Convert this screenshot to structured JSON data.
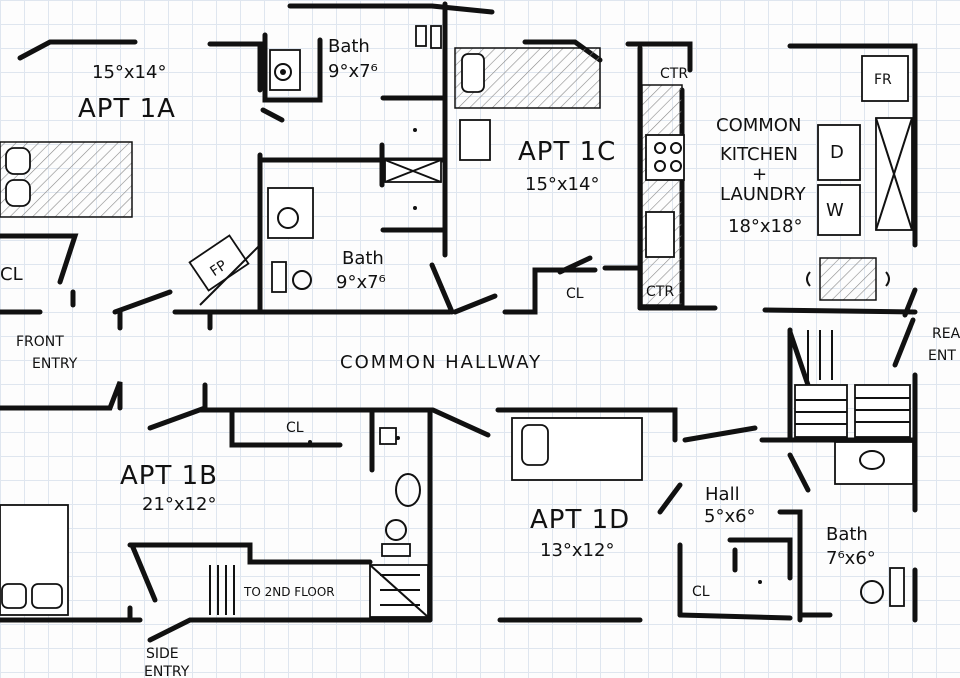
{
  "rooms": {
    "apt1a": {
      "name": "APT 1A",
      "size": "15°x14°"
    },
    "apt1b": {
      "name": "APT 1B",
      "size": "21°x12°"
    },
    "apt1c": {
      "name": "APT 1C",
      "size": "15°x14°"
    },
    "apt1d": {
      "name": "APT 1D",
      "size": "13°x12°"
    },
    "bath1": {
      "name": "Bath",
      "size": "9°x7⁶"
    },
    "bath2": {
      "name": "Bath",
      "size": "9°x7⁶"
    },
    "bath3": {
      "name": "Bath",
      "size": "7⁶x6°"
    },
    "hall": {
      "name": "Hall",
      "size": "5°x6°"
    },
    "kitchen": {
      "line1": "COMMON",
      "line2": "KITCHEN",
      "line3": "+",
      "line4": "LAUNDRY",
      "size": "18°x18°"
    }
  },
  "labels": {
    "common_hallway": "COMMON HALLWAY",
    "front_entry_1": "FRONT",
    "front_entry_2": "ENTRY",
    "side_entry_1": "SIDE",
    "side_entry_2": "ENTRY",
    "rear_entry_1": "REA",
    "rear_entry_2": "ENT",
    "to_2nd_floor": "TO 2ND FLOOR",
    "cl_1a": "CL",
    "cl_1b": "CL",
    "cl_1c": "CL",
    "cl_1d": "CL",
    "ctr_top": "CTR",
    "ctr_bottom": "CTR",
    "fireplace": "FP",
    "fridge": "FR",
    "dryer": "D",
    "washer": "W"
  }
}
